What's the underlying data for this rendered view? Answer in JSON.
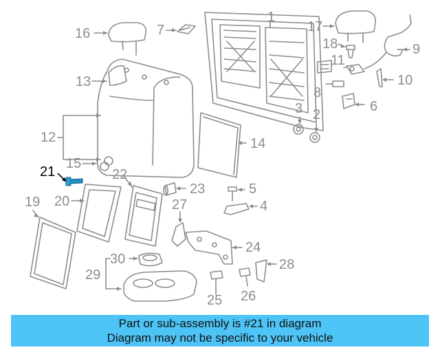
{
  "labels": {
    "p1": "1",
    "p2": "2",
    "p3": "3",
    "p4": "4",
    "p5": "5",
    "p6": "6",
    "p7": "7",
    "p8": "8",
    "p9": "9",
    "p10": "10",
    "p11": "11",
    "p12": "12",
    "p13": "13",
    "p14": "14",
    "p15": "15",
    "p16": "16",
    "p17": "17",
    "p18": "18",
    "p19": "19",
    "p20": "20",
    "p21": "21",
    "p22": "22",
    "p23": "23",
    "p24": "24",
    "p25": "25",
    "p26": "26",
    "p27": "27",
    "p28": "28",
    "p29": "29",
    "p30": "30"
  },
  "highlighted_part": "21",
  "banner": {
    "line1": "Part or sub-assembly is #21 in diagram",
    "line2": "Diagram may not be specific to your vehicle"
  },
  "colors": {
    "drawing": "#8c8c8c",
    "highlight_part": "#2a9fd8",
    "banner_bg": "#4dc4f5"
  }
}
